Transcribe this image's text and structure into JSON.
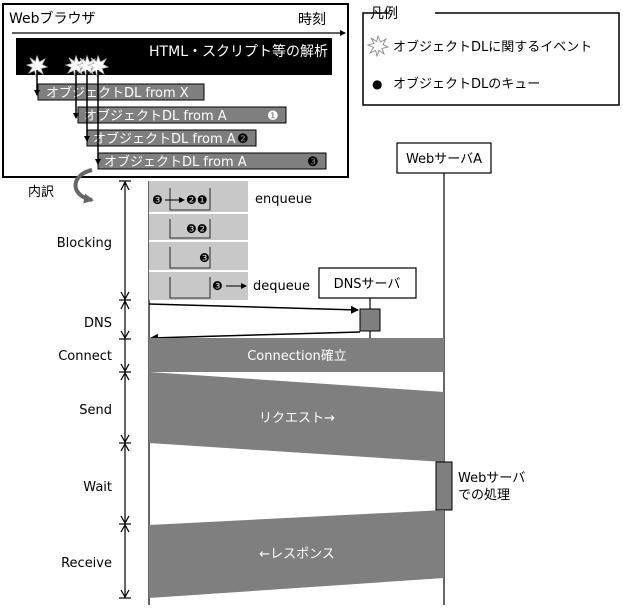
{
  "browser": {
    "title": "Webブラウザ",
    "time_label": "時刻",
    "parse_label": "HTML・スクリプト等の解析",
    "downloads": [
      {
        "label": "オブジェクトDL from X",
        "badge": ""
      },
      {
        "label": "オブジェクトDL from A",
        "badge": "❶"
      },
      {
        "label": "オブジェクトDL from A",
        "badge": "❷"
      },
      {
        "label": "オブジェクトDL from A",
        "badge": "❸"
      }
    ]
  },
  "legend": {
    "title": "凡例",
    "event_label": "オブジェクトDLに関するイベント",
    "queue_label": "オブジェクトDLのキュー",
    "queue_bullet": "●"
  },
  "breakdown_label": "内訳",
  "phases": [
    "Blocking",
    "DNS",
    "Connect",
    "Send",
    "Wait",
    "Receive"
  ],
  "queue": {
    "enqueue_label": "enqueue",
    "dequeue_label": "dequeue",
    "row1_in": "❸",
    "row1_items": "❷❶",
    "row2_items": "❸❷",
    "row3_items": "❸",
    "row4_out": "❸"
  },
  "servers": {
    "dns": "DNSサーバ",
    "web": "WebサーバA"
  },
  "flows": {
    "connect": "Connection確立",
    "request": "リクエスト→",
    "response": "←レスポンス"
  },
  "web_processing": {
    "line1": "Webサーバ",
    "line2": "での処理"
  }
}
